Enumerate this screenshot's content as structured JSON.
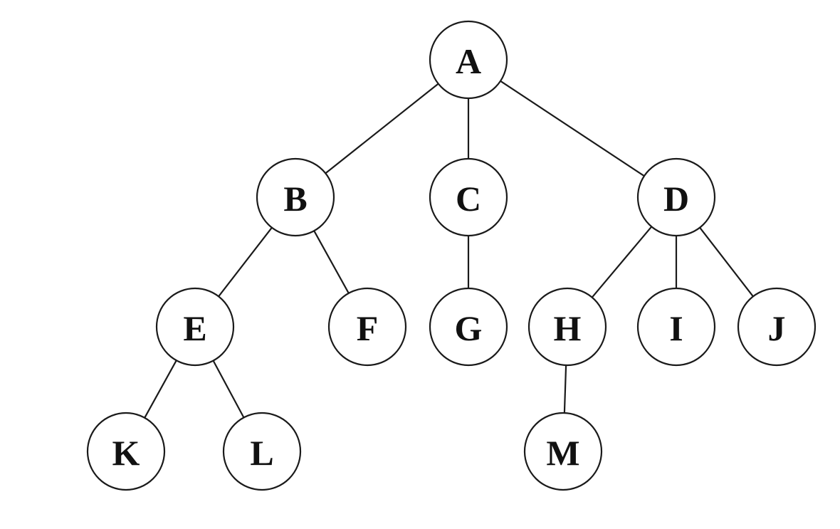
{
  "colors": {
    "background": "#ffffff",
    "stroke": "#1a1a1a",
    "text": "#111111"
  },
  "tree": {
    "nodes": [
      {
        "id": "A",
        "label": "A"
      },
      {
        "id": "B",
        "label": "B"
      },
      {
        "id": "C",
        "label": "C"
      },
      {
        "id": "D",
        "label": "D"
      },
      {
        "id": "E",
        "label": "E"
      },
      {
        "id": "F",
        "label": "F"
      },
      {
        "id": "G",
        "label": "G"
      },
      {
        "id": "H",
        "label": "H"
      },
      {
        "id": "I",
        "label": "I"
      },
      {
        "id": "J",
        "label": "J"
      },
      {
        "id": "K",
        "label": "K"
      },
      {
        "id": "L",
        "label": "L"
      },
      {
        "id": "M",
        "label": "M"
      }
    ],
    "edges": [
      {
        "from": "A",
        "to": "B"
      },
      {
        "from": "A",
        "to": "C"
      },
      {
        "from": "A",
        "to": "D"
      },
      {
        "from": "B",
        "to": "E"
      },
      {
        "from": "B",
        "to": "F"
      },
      {
        "from": "C",
        "to": "G"
      },
      {
        "from": "D",
        "to": "H"
      },
      {
        "from": "D",
        "to": "I"
      },
      {
        "from": "D",
        "to": "J"
      },
      {
        "from": "E",
        "to": "K"
      },
      {
        "from": "E",
        "to": "L"
      },
      {
        "from": "H",
        "to": "M"
      }
    ]
  }
}
